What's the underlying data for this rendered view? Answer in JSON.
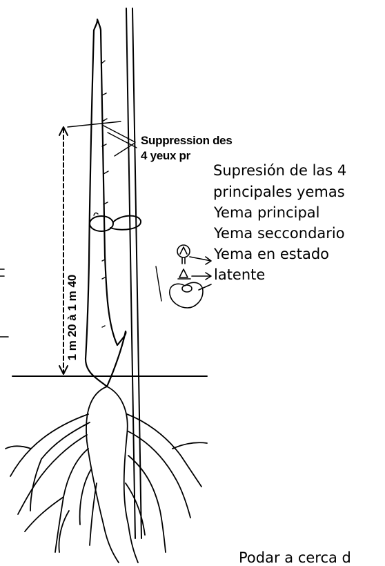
{
  "french": {
    "suppression_line1": "Suppression des",
    "suppression_line2": "4 yeux pr",
    "measurement": "1 m 20 à 1 m 40"
  },
  "spanish": {
    "supresion_line1": "Supresión de las 4",
    "supresion_line2": "principales yemas",
    "yema_principal": "Yema principal",
    "yema_secundario": "Yema seccondario",
    "latente_line1": "Yema en estado",
    "latente_line2": "latente",
    "footer": "Podar a cerca d"
  }
}
